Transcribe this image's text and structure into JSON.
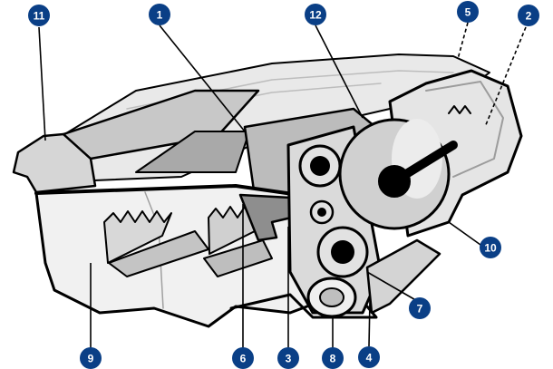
{
  "colors": {
    "callout_fill": "#0a3f86",
    "callout_text": "#ffffff",
    "outline": "#000000",
    "light": "#f2f2f2",
    "mid": "#d2d2d2",
    "dark": "#9c9c9c",
    "drum": "#cfcfcf"
  },
  "callouts": [
    {
      "id": "c11",
      "label": "11"
    },
    {
      "id": "c1",
      "label": "1"
    },
    {
      "id": "c12",
      "label": "12"
    },
    {
      "id": "c5",
      "label": "5"
    },
    {
      "id": "c2",
      "label": "2"
    },
    {
      "id": "c10",
      "label": "10"
    },
    {
      "id": "c7",
      "label": "7"
    },
    {
      "id": "c4",
      "label": "4"
    },
    {
      "id": "c8",
      "label": "8"
    },
    {
      "id": "c3",
      "label": "3"
    },
    {
      "id": "c6",
      "label": "6"
    },
    {
      "id": "c9",
      "label": "9"
    }
  ]
}
